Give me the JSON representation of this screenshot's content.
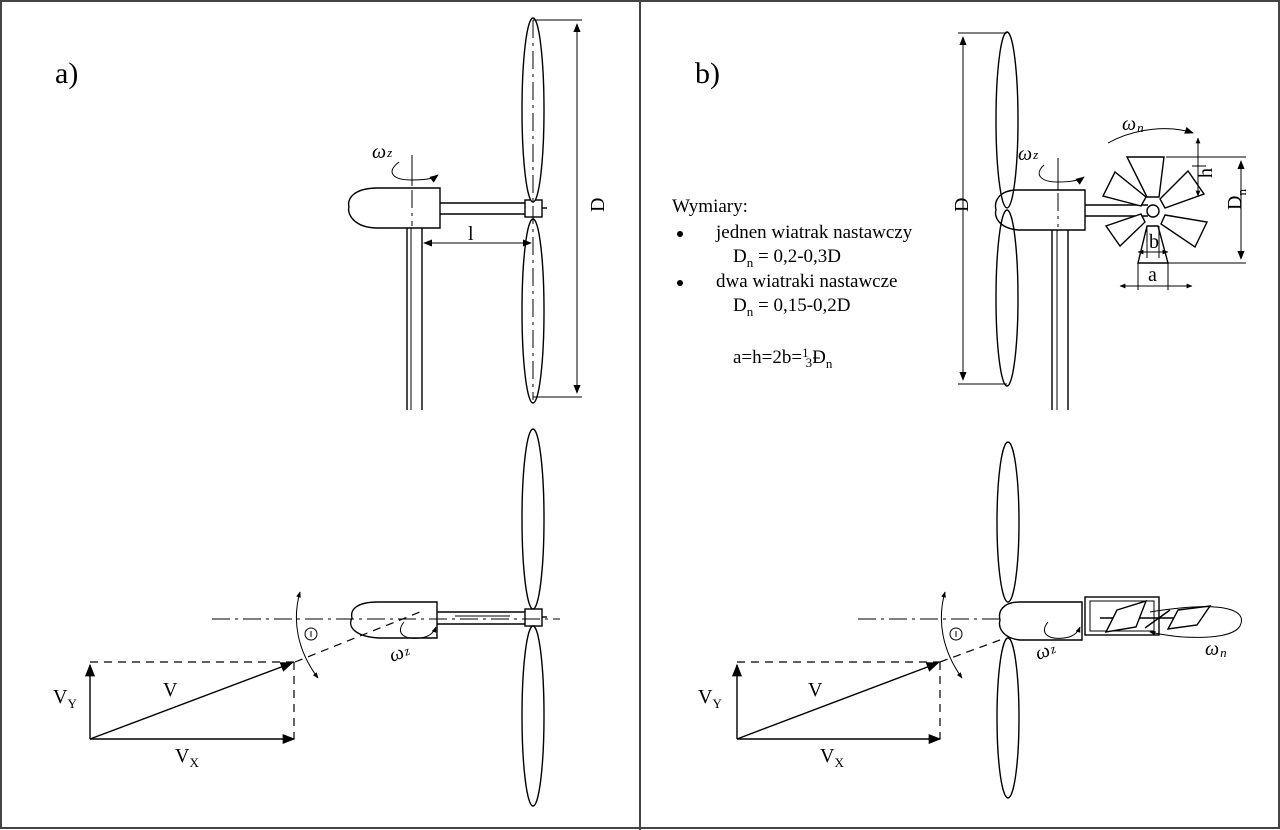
{
  "panels": {
    "a": {
      "label": "a)"
    },
    "b": {
      "label": "b)"
    }
  },
  "symbols": {
    "omega_z": "ω",
    "omega_z_sub": "z",
    "omega_n": "ω",
    "omega_n_sub": "n",
    "diameter": "D",
    "diameter_n": "D",
    "diameter_n_sub": "n",
    "length": "l",
    "h": "h",
    "b": "b",
    "a": "a",
    "velocity": "V",
    "vx": "V",
    "vx_sub": "X",
    "vy": "V",
    "vy_sub": "Y",
    "angle": "Θ"
  },
  "notes": {
    "title": "Wymiary:",
    "items": [
      {
        "text": "jednen wiatrak nastawczy",
        "value_prefix": "D",
        "value_sub": "n",
        "value_rest": " = 0,2-0,3D"
      },
      {
        "text": "dwa wiatraki nastawcze",
        "value_prefix": "D",
        "value_sub": "n",
        "value_rest": " = 0,15-0,2D"
      }
    ],
    "formula_main": "a=h=2b=",
    "formula_frac_num": "1",
    "formula_frac_den": "3",
    "formula_tail": "D",
    "formula_tail_sub": "n"
  },
  "colors": {
    "line": "#000000",
    "background": "#ffffff",
    "frame": "#444444"
  }
}
